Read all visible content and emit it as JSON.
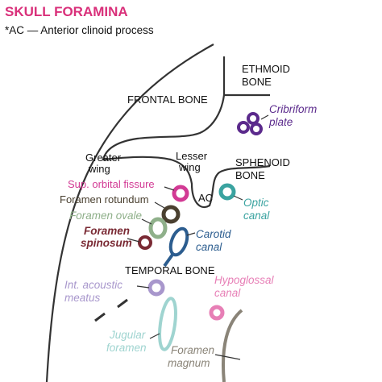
{
  "title": "SKULL FORAMINA",
  "subtitle": "*AC — Anterior clinoid process",
  "colors": {
    "title": "#d9307a",
    "outline": "#333333",
    "cribriform": "#5b2a8c",
    "sup_orbital": "#d23a94",
    "rotundum": "#4a4030",
    "ovale": "#8fb08a",
    "spinosum": "#7a2a34",
    "carotid": "#2c5d8f",
    "optic": "#3aa3a0",
    "acoustic": "#a897cc",
    "hypoglossal": "#e77fb6",
    "jugular": "#9fd4d0",
    "magnum": "#8a8478"
  },
  "bones": {
    "ethmoid": [
      "ETHMOID",
      "BONE"
    ],
    "frontal": "FRONTAL BONE",
    "sphenoid": [
      "SPHENOID",
      "BONE"
    ],
    "temporal": "TEMPORAL BONE",
    "greater_wing": [
      "Greater",
      "wing"
    ],
    "lesser_wing": [
      "Lesser",
      "wing"
    ],
    "ac": "AC"
  },
  "foramina": {
    "cribriform": [
      "Cribriform",
      "plate"
    ],
    "sup_orbital": "Sup. orbital fissure",
    "rotundum": "Foramen rotundum",
    "ovale": "Foramen ovale",
    "spinosum": [
      "Foramen",
      "spinosum"
    ],
    "carotid": [
      "Carotid",
      "canal"
    ],
    "optic": [
      "Optic",
      "canal"
    ],
    "acoustic": [
      "Int. acoustic",
      "meatus"
    ],
    "hypoglossal": [
      "Hypoglossal",
      "canal"
    ],
    "jugular": [
      "Jugular",
      "foramen"
    ],
    "magnum": [
      "Foramen",
      "magnum"
    ]
  }
}
